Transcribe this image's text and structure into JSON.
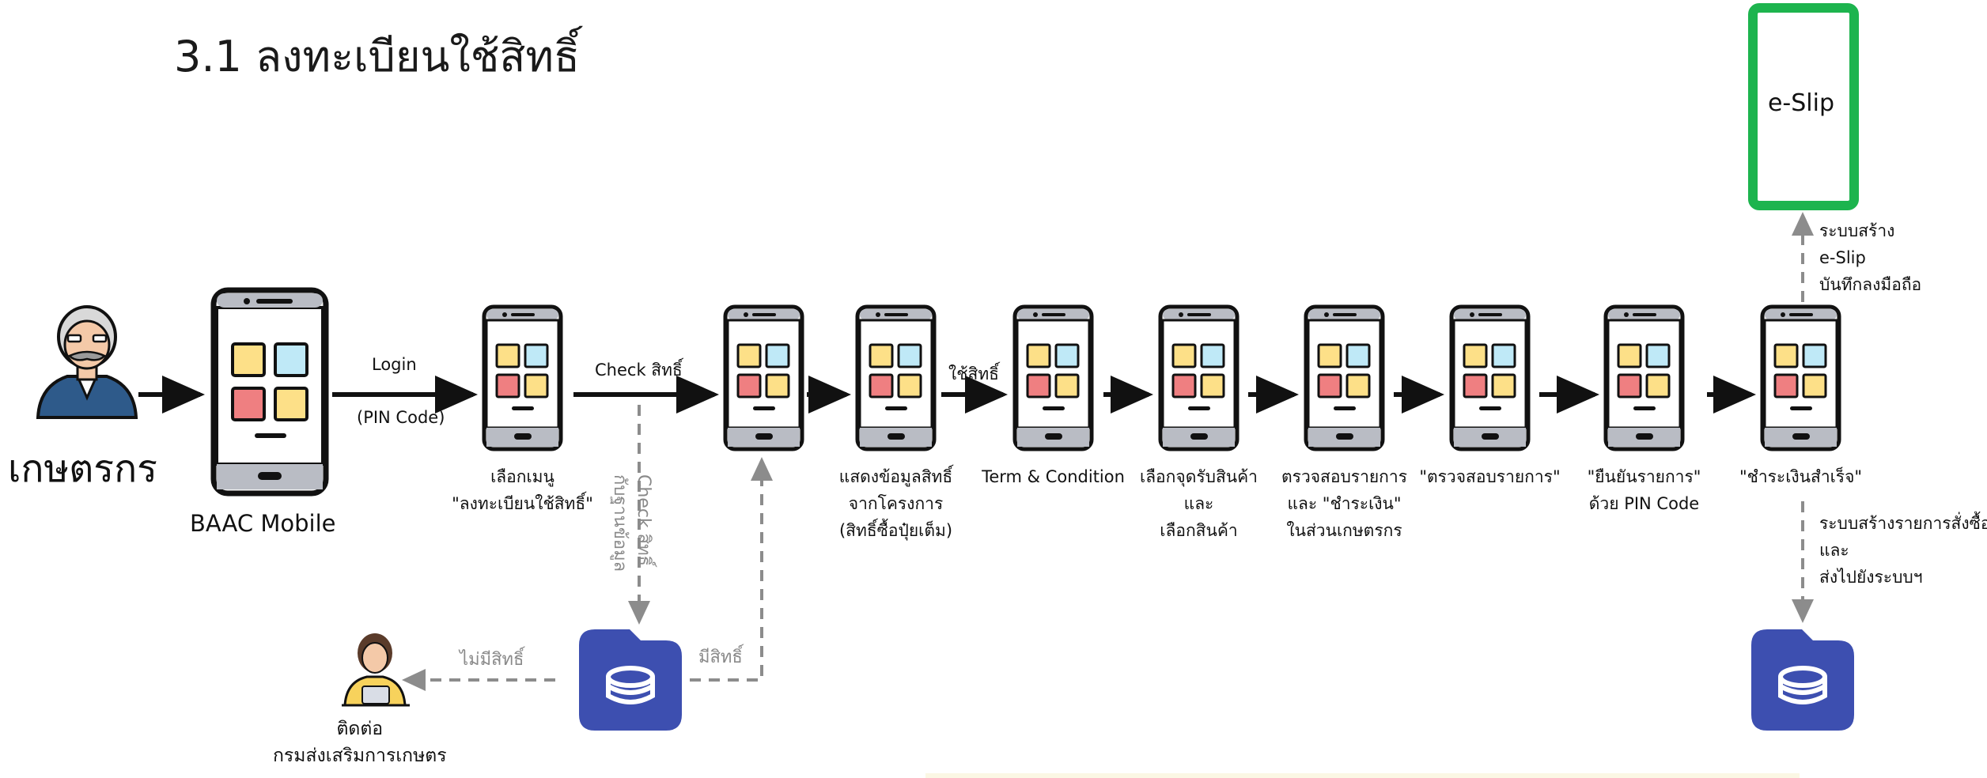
{
  "title": "3.1 ลงทะเบียนใช้สิทธิ์",
  "actors": {
    "farmer": "เกษตรกร",
    "app": "BAAC Mobile",
    "contact": [
      "ติดต่อ",
      "กรมส่งเสริมการเกษตร"
    ]
  },
  "edges": {
    "login": "Login",
    "pin": "(PIN Code)",
    "check_right": "Check สิทธิ์",
    "check_db": [
      "Check สิทธิ์",
      "กับฐานข้อมูล"
    ],
    "no_right": "ไม่มีสิทธิ์",
    "has_right": "มีสิทธิ์",
    "use_right": "ใช้สิทธิ์",
    "eslip_note": [
      "ระบบสร้าง",
      "e-Slip",
      "บันทึกลงมือถือ"
    ],
    "order_note": [
      "ระบบสร้างรายการสั่งซื้อ",
      "และ",
      "ส่งไปยังระบบฯ"
    ]
  },
  "screens": [
    {
      "id": "menu",
      "label": [
        "เลือกเมนู",
        "\"ลงทะเบียนใช้สิทธิ์\""
      ]
    },
    {
      "id": "check",
      "label": []
    },
    {
      "id": "info",
      "label": [
        "แสดงข้อมูลสิทธิ์",
        "จากโครงการ",
        "(สิทธิ์ซื้อปุ๋ยเต็ม)"
      ]
    },
    {
      "id": "terms",
      "label": [
        "Term & Condition"
      ]
    },
    {
      "id": "pickup",
      "label": [
        "เลือกจุดรับสินค้า",
        "และ",
        "เลือกสินค้า"
      ]
    },
    {
      "id": "verify",
      "label": [
        "ตรวจสอบรายการ",
        "และ \"ชำระเงิน\"",
        "ในส่วนเกษตรกร"
      ]
    },
    {
      "id": "review",
      "label": [
        "\"ตรวจสอบรายการ\""
      ]
    },
    {
      "id": "confirm",
      "label": [
        "\"ยืนยันรายการ\"",
        "ด้วย PIN Code"
      ]
    },
    {
      "id": "success",
      "label": [
        "\"ชำระเงินสำเร็จ\""
      ]
    }
  ],
  "eslip": "e-Slip",
  "colors": {
    "accent_green": "#1db44e",
    "db_blue": "#3d4fb0",
    "arrow": "#111111",
    "dashed": "#8c8c8c",
    "tile_yellow": "#fde088",
    "tile_blue": "#bfe9f7",
    "tile_red": "#ef7f81",
    "phone_body": "#f5f5f5",
    "phone_bar": "#b9bcc4"
  },
  "icons": [
    "farmer-avatar-icon",
    "smartphone-icon",
    "database-icon",
    "officer-avatar-icon"
  ]
}
